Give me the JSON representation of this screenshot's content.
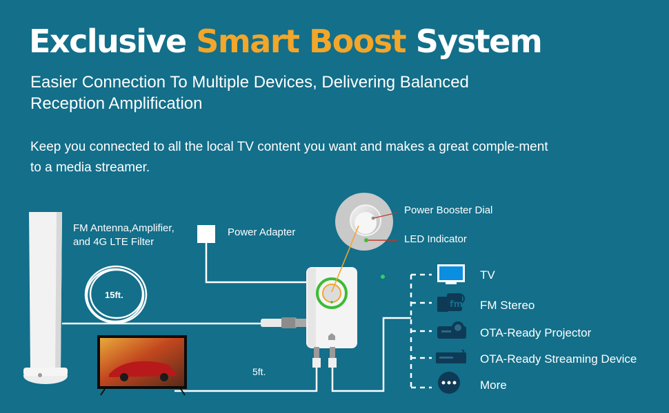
{
  "header": {
    "title_part1": "Exclusive",
    "title_highlight": "Smart Boost",
    "title_part3": "System",
    "subtitle": "Easier Connection To Multiple Devices, Delivering Balanced Reception Amplification",
    "description": "Keep you connected to all the local TV content you want and makes a great comple-ment to a media streamer."
  },
  "labels": {
    "antenna": "FM Antenna,Amplifier, and 4G LTE Filter",
    "cable_antenna": "15ft.",
    "power_adapter": "Power Adapter",
    "power_dial": "Power Booster Dial",
    "led": "LED Indicator",
    "cable_tv": "5ft."
  },
  "devices": [
    {
      "icon": "tv-icon",
      "label": "TV"
    },
    {
      "icon": "fm-stereo-icon",
      "label": "FM Stereo"
    },
    {
      "icon": "projector-icon",
      "label": "OTA-Ready Projector"
    },
    {
      "icon": "streaming-device-icon",
      "label": "OTA-Ready Streaming Device"
    },
    {
      "icon": "more-icon",
      "label": "More"
    }
  ],
  "colors": {
    "background": "#136f8a",
    "highlight": "#f2a62a",
    "led_green": "#2fd06a",
    "device_icon": "#0e3a55"
  }
}
